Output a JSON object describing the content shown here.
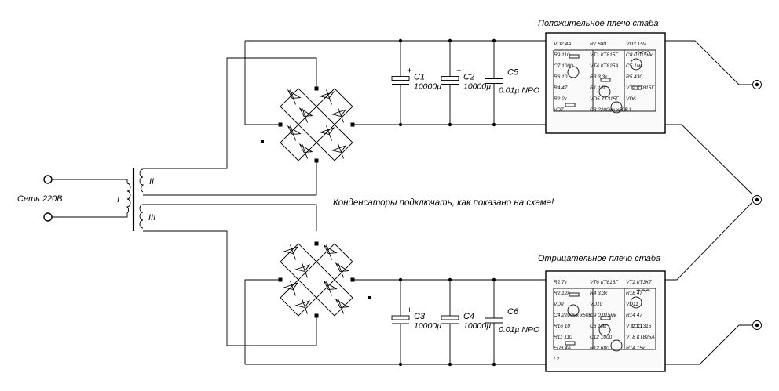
{
  "mains": {
    "label": "Сеть 220В"
  },
  "transformer": {
    "primary_label": "I",
    "secondary_upper_label": "II",
    "secondary_lower_label": "III"
  },
  "note": "Конденсаторы подключать, как показано на схеме!",
  "positive_arm": {
    "title": "Положительное плечо стаба",
    "capacitors": [
      {
        "name": "C1",
        "value": "10000µ",
        "polarized": true
      },
      {
        "name": "C2",
        "value": "10000µ",
        "polarized": true
      },
      {
        "name": "C5",
        "value": "0.01µ NPO",
        "polarized": false
      }
    ],
    "pcb_labels": [
      "VD2 4A",
      "R7 680",
      "VD3 15V",
      "R9 110",
      "VT1 КТ815Г",
      "C8 0.015мк",
      "C7 1000",
      "VT4 КТ825А",
      "C5 1мк",
      "R6 10",
      "R3 3.3к",
      "R5 430",
      "R4 47",
      "R1 12к",
      "VT2 КТ815Г",
      "R2 2к",
      "VD5 КТ315Г",
      "VD6",
      "VD7",
      "C3 2200мк x50В",
      "L1"
    ]
  },
  "negative_arm": {
    "title": "Отрицательное плечо стаба",
    "capacitors": [
      {
        "name": "C3",
        "value": "10000µ",
        "polarized": true
      },
      {
        "name": "C4",
        "value": "10000µ",
        "polarized": true
      },
      {
        "name": "C6",
        "value": "0.01µ NPO",
        "polarized": false
      }
    ],
    "pcb_labels": [
      "R2 7к",
      "VT6 КТ816Г",
      "VT2 КТ3К7",
      "R2 12к",
      "R4 3.3к",
      "R18 47",
      "VD9",
      "VD10",
      "VD11",
      "C4 2200мк x50В",
      "C9 0.015мк",
      "R14 47",
      "R16 10",
      "C6 1мк",
      "VT7 КТ315",
      "R11 110",
      "C12 1000",
      "VT8 КТ825А",
      "FU3 4A",
      "R12 680",
      "R14 15к",
      "L2"
    ]
  },
  "outputs": [
    {
      "name": "positive-output-terminal"
    },
    {
      "name": "ground-output-terminal"
    },
    {
      "name": "negative-output-terminal"
    }
  ]
}
